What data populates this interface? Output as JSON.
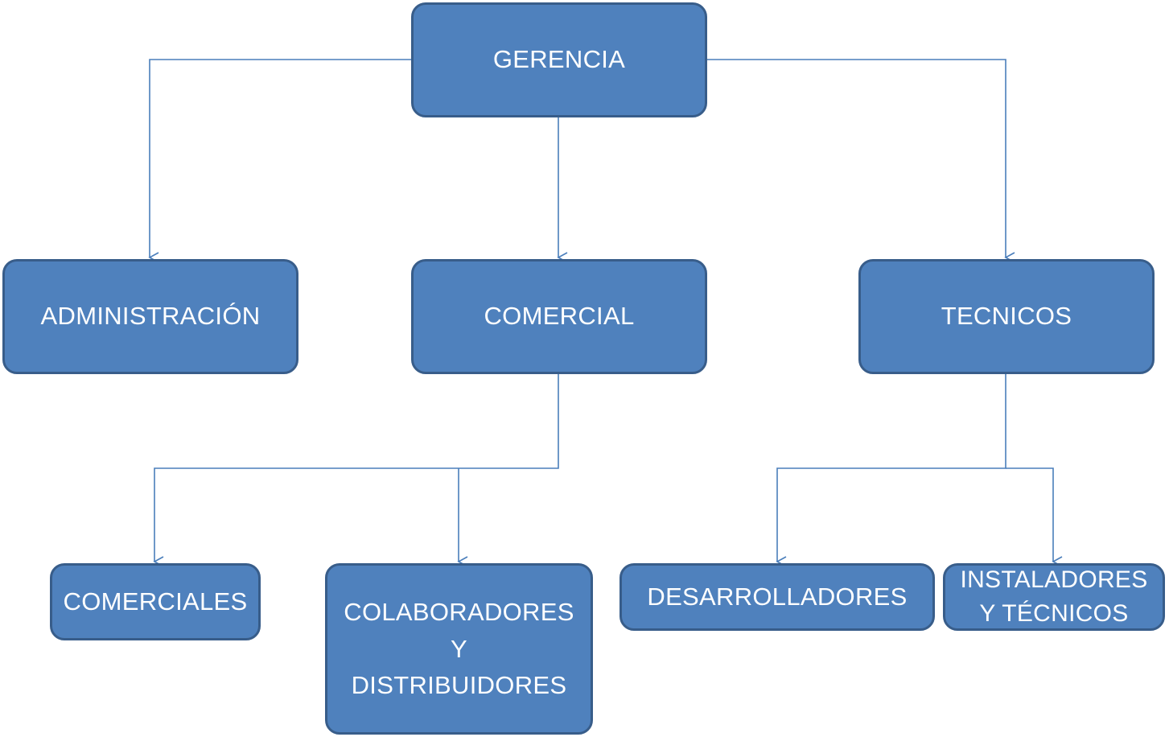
{
  "colors": {
    "node_fill": "#4f81bd",
    "node_border": "#385d8a",
    "connector": "#4a7ebb",
    "text": "#ffffff"
  },
  "nodes": {
    "gerencia": "GERENCIA",
    "administracion": "ADMINISTRACIÓN",
    "comercial": "COMERCIAL",
    "tecnicos": "TECNICOS",
    "comerciales": "COMERCIALES",
    "colaboradores": "COLABORADORES\nY\nDISTRIBUIDORES",
    "desarrolladores": "DESARROLLADORES",
    "instaladores": "INSTALADORES\nY TÉCNICOS"
  },
  "edges": [
    [
      "gerencia",
      "administracion"
    ],
    [
      "gerencia",
      "comercial"
    ],
    [
      "gerencia",
      "tecnicos"
    ],
    [
      "comercial",
      "comerciales"
    ],
    [
      "comercial",
      "colaboradores"
    ],
    [
      "tecnicos",
      "desarrolladores"
    ],
    [
      "tecnicos",
      "instaladores"
    ]
  ]
}
